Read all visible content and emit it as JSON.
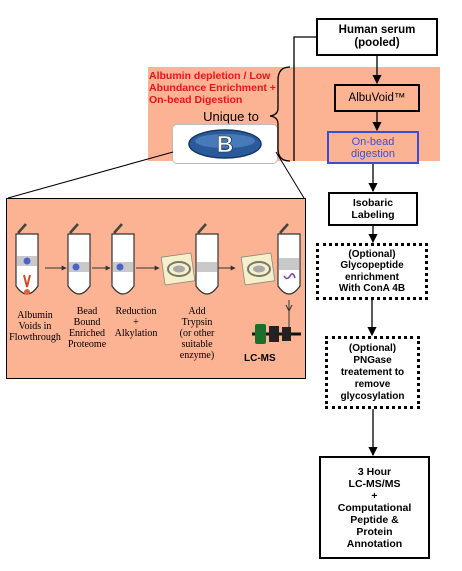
{
  "header_panel": {
    "title_line1": "Albumin depletion / Low",
    "title_line2": "Abundance Enrichment +",
    "title_line3": "On-bead Digestion",
    "unique_label": "Unique to"
  },
  "flow": {
    "step1_l1": "Human serum",
    "step1_l2": "(pooled)",
    "step2": "AlbuVoid™",
    "step3_l1": "On-bead",
    "step3_l2": "digestion",
    "step4_l1": "Isobaric",
    "step4_l2": "Labeling",
    "step5_l1": "(Optional)",
    "step5_l2": "Glycopeptide",
    "step5_l3": "enrichment",
    "step5_l4": "With ConA 4B",
    "step6_l1": "(Optional)",
    "step6_l2": "PNGase",
    "step6_l3": "treatement to",
    "step6_l4": "remove",
    "step6_l5": "glycosylation",
    "step7_l1": "3 Hour",
    "step7_l2": "LC-MS/MS",
    "step7_l3": "+",
    "step7_l4": "Computational",
    "step7_l5": "Peptide &",
    "step7_l6": "Protein",
    "step7_l7": "Annotation"
  },
  "protocol": {
    "c1_l1": "Albumin",
    "c1_l2": "Voids in",
    "c1_l3": "Flowthrough",
    "c2_l1": "Bead",
    "c2_l2": "Bound",
    "c2_l3": "Enriched",
    "c2_l4": "Proteome",
    "c3_l1": "Reduction",
    "c3_l2": "+",
    "c3_l3": "Alkylation",
    "c4_l1": "Add",
    "c4_l2": "Trypsin",
    "c4_l3": "(or other",
    "c4_l4": "suitable",
    "c4_l5": "enzyme)",
    "lcms": "LC-MS"
  },
  "colors": {
    "salmon": "#FBB393",
    "red_text": "#E8141B",
    "blue_text": "#3A4FCF",
    "logo_blue": "#2B5A9A"
  }
}
